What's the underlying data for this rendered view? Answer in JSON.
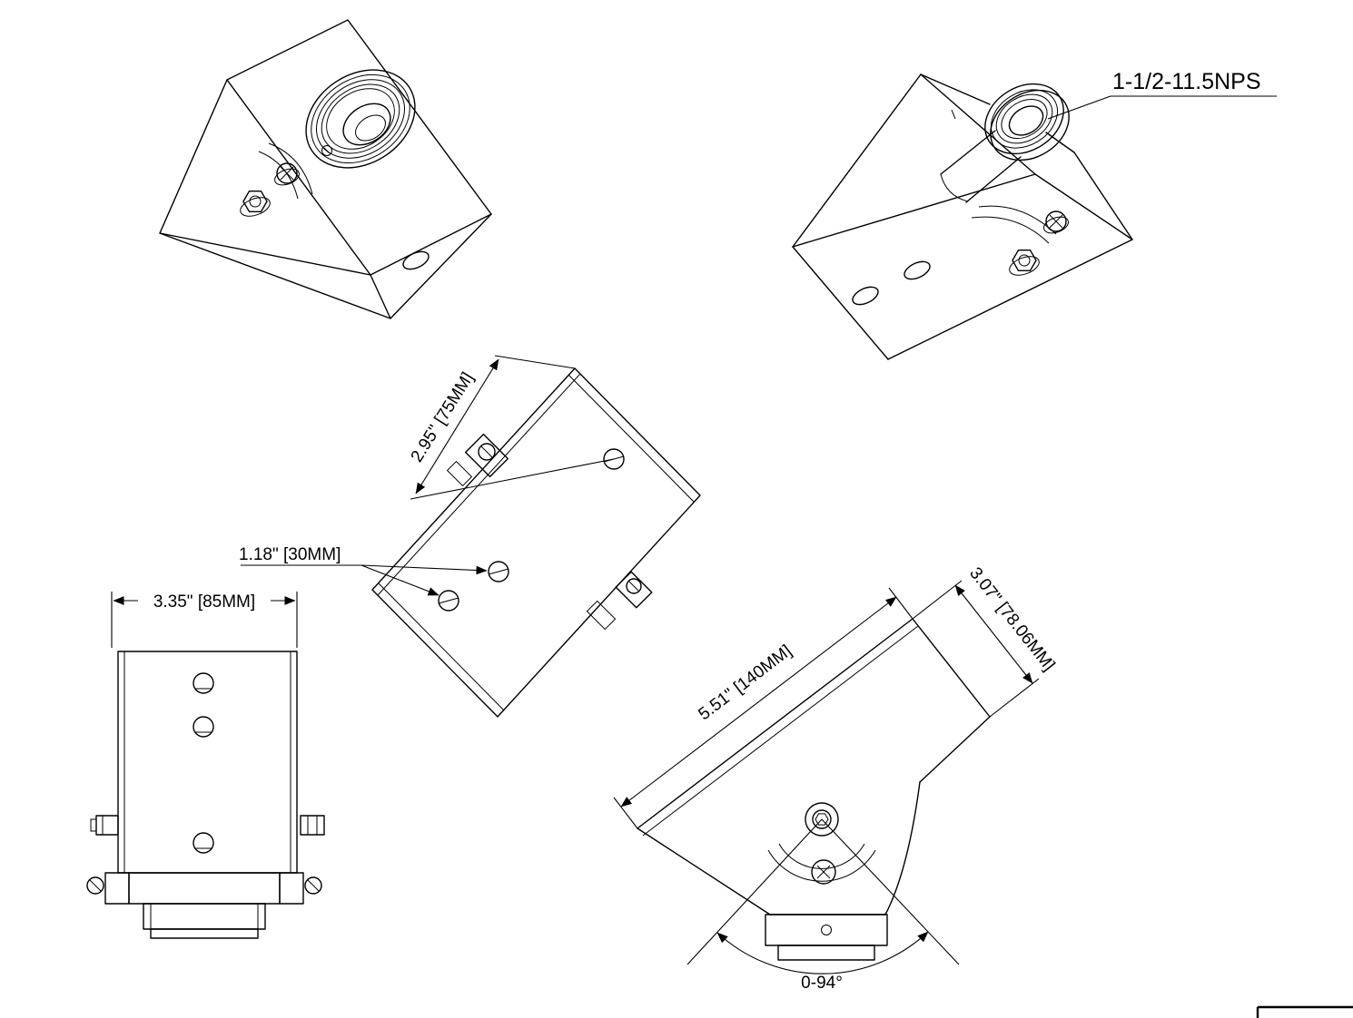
{
  "page": {
    "background": "#ffffff",
    "line_color": "#000000"
  },
  "labels": {
    "thread_spec": "1-1/2-11.5NPS",
    "dim_hole_offset": "2.95\" [75MM]",
    "dim_hole_spacing": "1.18\" [30MM]",
    "dim_body_width": "3.35\" [85MM]",
    "dim_body_length": "5.51\" [140MM]",
    "dim_face_depth": "3.07\" [78.06MM]",
    "angle_range": "0-94°"
  }
}
